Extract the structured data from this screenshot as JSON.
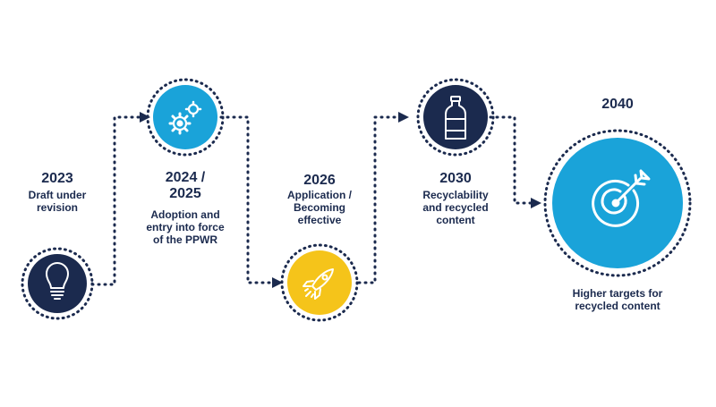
{
  "colors": {
    "navy": "#1b2a4e",
    "blue": "#1aa3d9",
    "yellow": "#f5c41a",
    "dots": "#1b2a4e",
    "icon": "#ffffff"
  },
  "milestones": [
    {
      "year": "2023",
      "description": "Draft under\nrevision",
      "icon": "lightbulb-icon",
      "color": "navy"
    },
    {
      "year": "2024 /\n2025",
      "description": "Adoption and\nentry into force\nof the PPWR",
      "icon": "gears-icon",
      "color": "blue"
    },
    {
      "year": "2026",
      "description": "Application /\nBecoming\neffective",
      "icon": "rocket-icon",
      "color": "yellow"
    },
    {
      "year": "2030",
      "description": "Recyclability\nand recycled\ncontent",
      "icon": "bottle-icon",
      "color": "navy"
    },
    {
      "year": "2040",
      "description": "Higher targets for\nrecycled content",
      "icon": "target-icon",
      "color": "blue"
    }
  ]
}
